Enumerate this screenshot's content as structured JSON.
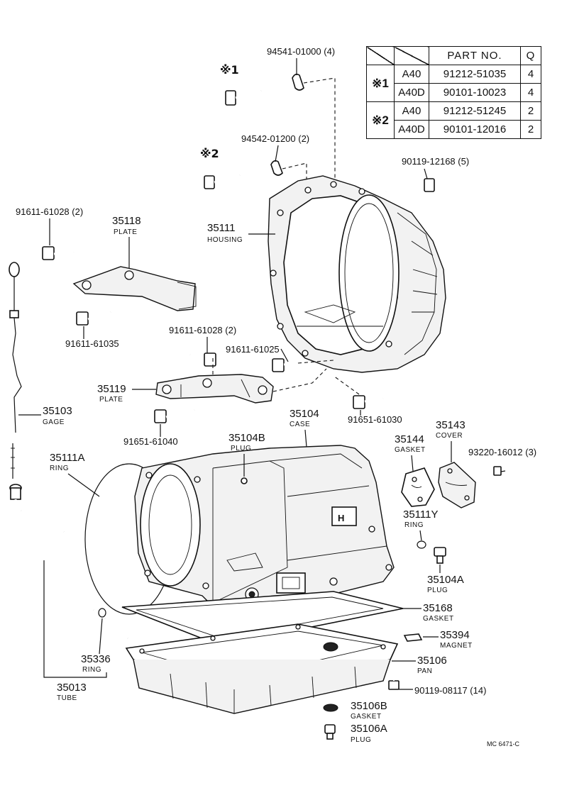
{
  "table": {
    "header_part": "PART  NO.",
    "header_q": "Q",
    "rows": [
      {
        "group": "※1",
        "model": "A40",
        "part": "91212-51035",
        "qty": "4"
      },
      {
        "group": "",
        "model": "A40D",
        "part": "90101-10023",
        "qty": "4"
      },
      {
        "group": "※2",
        "model": "A40",
        "part": "91212-51245",
        "qty": "2"
      },
      {
        "group": "",
        "model": "A40D",
        "part": "90101-12016",
        "qty": "2"
      }
    ]
  },
  "marks": {
    "m1": "※1",
    "m2": "※2"
  },
  "labels": {
    "p94541": "94541-01000 (4)",
    "p94542": "94542-01200 (2)",
    "p90119a": "90119-12168 (5)",
    "p91611a": "91611-61028 (2)",
    "p35118": "35118",
    "p35118n": "PLATE",
    "p35111": "35111",
    "p35111n": "HOUSING",
    "p91611b": "91611-61035",
    "p91611c": "91611-61028 (2)",
    "p91611d": "91611-61025",
    "p35119": "35119",
    "p35119n": "PLATE",
    "p35103": "35103",
    "p35103n": "GAGE",
    "p35104": "35104",
    "p35104n": "CASE",
    "p91651a": "91651-61030",
    "p91651b": "91651-61040",
    "p35104B": "35104B",
    "p35104Bn": "PLUG",
    "p35143": "35143",
    "p35143n": "COVER",
    "p35144": "35144",
    "p35144n": "GASKET",
    "p93220": "93220-16012 (3)",
    "p35111A": "35111A",
    "p35111An": "RING",
    "p35111Y": "35111Y",
    "p35111Yn": "RING",
    "p35104A": "35104A",
    "p35104An": "PLUG",
    "p35168": "35168",
    "p35168n": "GASKET",
    "p35394": "35394",
    "p35394n": "MAGNET",
    "p35336": "35336",
    "p35336n": "RING",
    "p35106": "35106",
    "p35106n": "PAN",
    "p90119b": "90119-08117 (14)",
    "p35013": "35013",
    "p35013n": "TUBE",
    "p35106B": "35106B",
    "p35106Bn": "GASKET",
    "p35106A": "35106A",
    "p35106An": "PLUG",
    "code": "MC  6471-C"
  }
}
